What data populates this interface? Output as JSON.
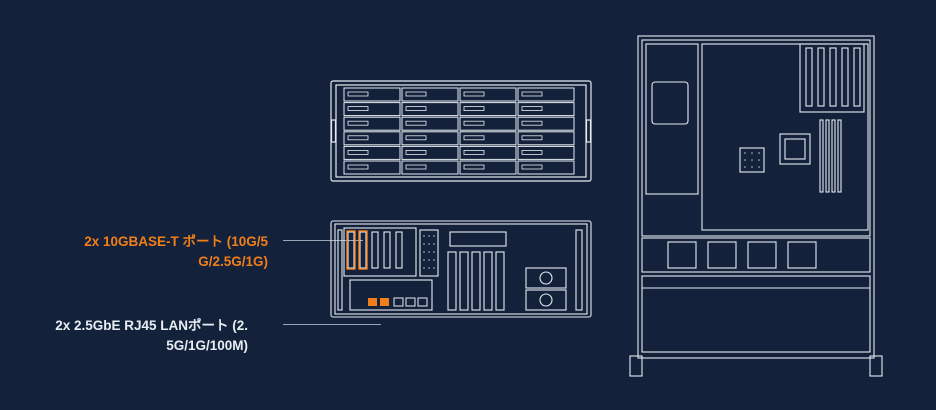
{
  "callouts": [
    {
      "line1": "2x 10GBASE-T ポート (10G/5",
      "line2": "G/2.5G/1G)",
      "color": "#f07e1a"
    },
    {
      "line1": "2x 2.5GbE RJ45 LANポート (2.",
      "line2": "5G/1G/100M)",
      "color": "#e8edf3"
    }
  ],
  "colors": {
    "background": "#13223a",
    "line_art": "#e6ebf1",
    "highlight": "#f07e1a"
  },
  "front_panel": {
    "drive_bays": 24,
    "rows": 6,
    "columns": 4
  }
}
